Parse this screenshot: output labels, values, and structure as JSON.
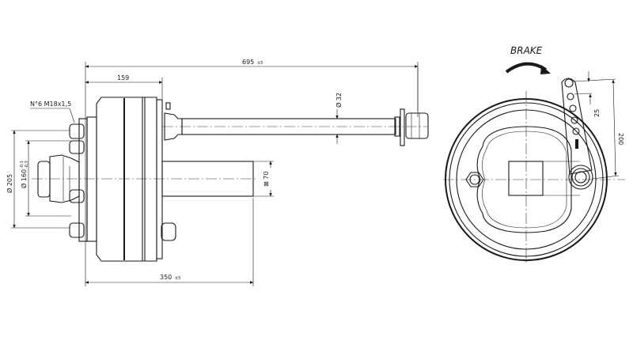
{
  "side_view": {
    "dim_overall": "695",
    "dim_overall_tol": "±5",
    "dim_drum": "159",
    "dim_axle": "350",
    "dim_axle_tol": "±5",
    "studs": "N°6  M18x1,5",
    "dia_bolt_circle": "Ø 205",
    "dia_pilot": "Ø 160",
    "dia_pilot_tol_upper": "-0,1",
    "dia_pilot_tol_lower": "-0,3",
    "dia_rod": "Ø 32",
    "square_axle": "⊠ 70"
  },
  "front_view": {
    "brake_label": "BRAKE",
    "dim_hole_pitch": "25",
    "dim_lever": "200"
  }
}
